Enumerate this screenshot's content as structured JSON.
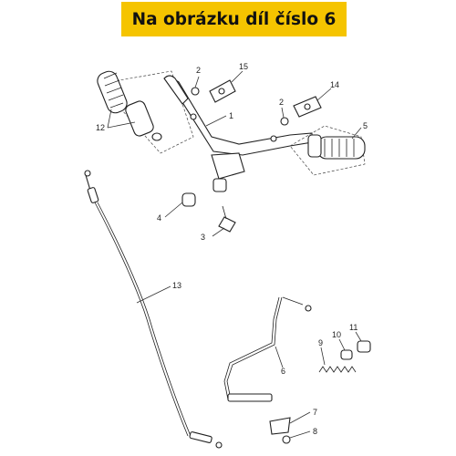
{
  "banner": {
    "title": "Na obrázku díl číslo 6",
    "color": "#f5c400"
  },
  "diagram": {
    "callouts": [
      "1",
      "2",
      "2",
      "3",
      "4",
      "5",
      "6",
      "7",
      "8",
      "9",
      "10",
      "11",
      "12",
      "13",
      "14",
      "15"
    ]
  }
}
